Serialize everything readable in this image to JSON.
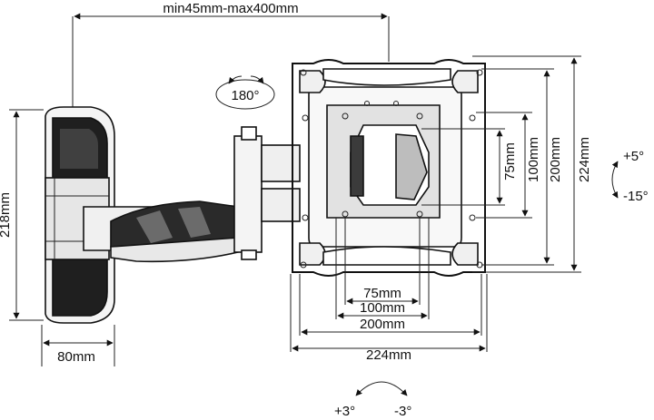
{
  "dimensions": {
    "reach": "min45mm-max400mm",
    "wall_plate_height": "218mm",
    "wall_plate_width": "80mm",
    "vesa_h_75": "75mm",
    "vesa_h_100": "100mm",
    "vesa_h_200": "200mm",
    "vesa_h_224": "224mm",
    "vesa_v_75": "75mm",
    "vesa_v_100": "100mm",
    "vesa_v_200": "200mm",
    "vesa_v_224": "224mm"
  },
  "rotations": {
    "swivel": "180°",
    "tilt_up": "+5°",
    "tilt_down": "-15°",
    "level_plus": "+3°",
    "level_minus": "-3°"
  },
  "colors": {
    "line": "#111111",
    "fill_dark": "#2a2a2a",
    "fill_mid": "#6b6b6b",
    "fill_light": "#d9d9d9"
  }
}
